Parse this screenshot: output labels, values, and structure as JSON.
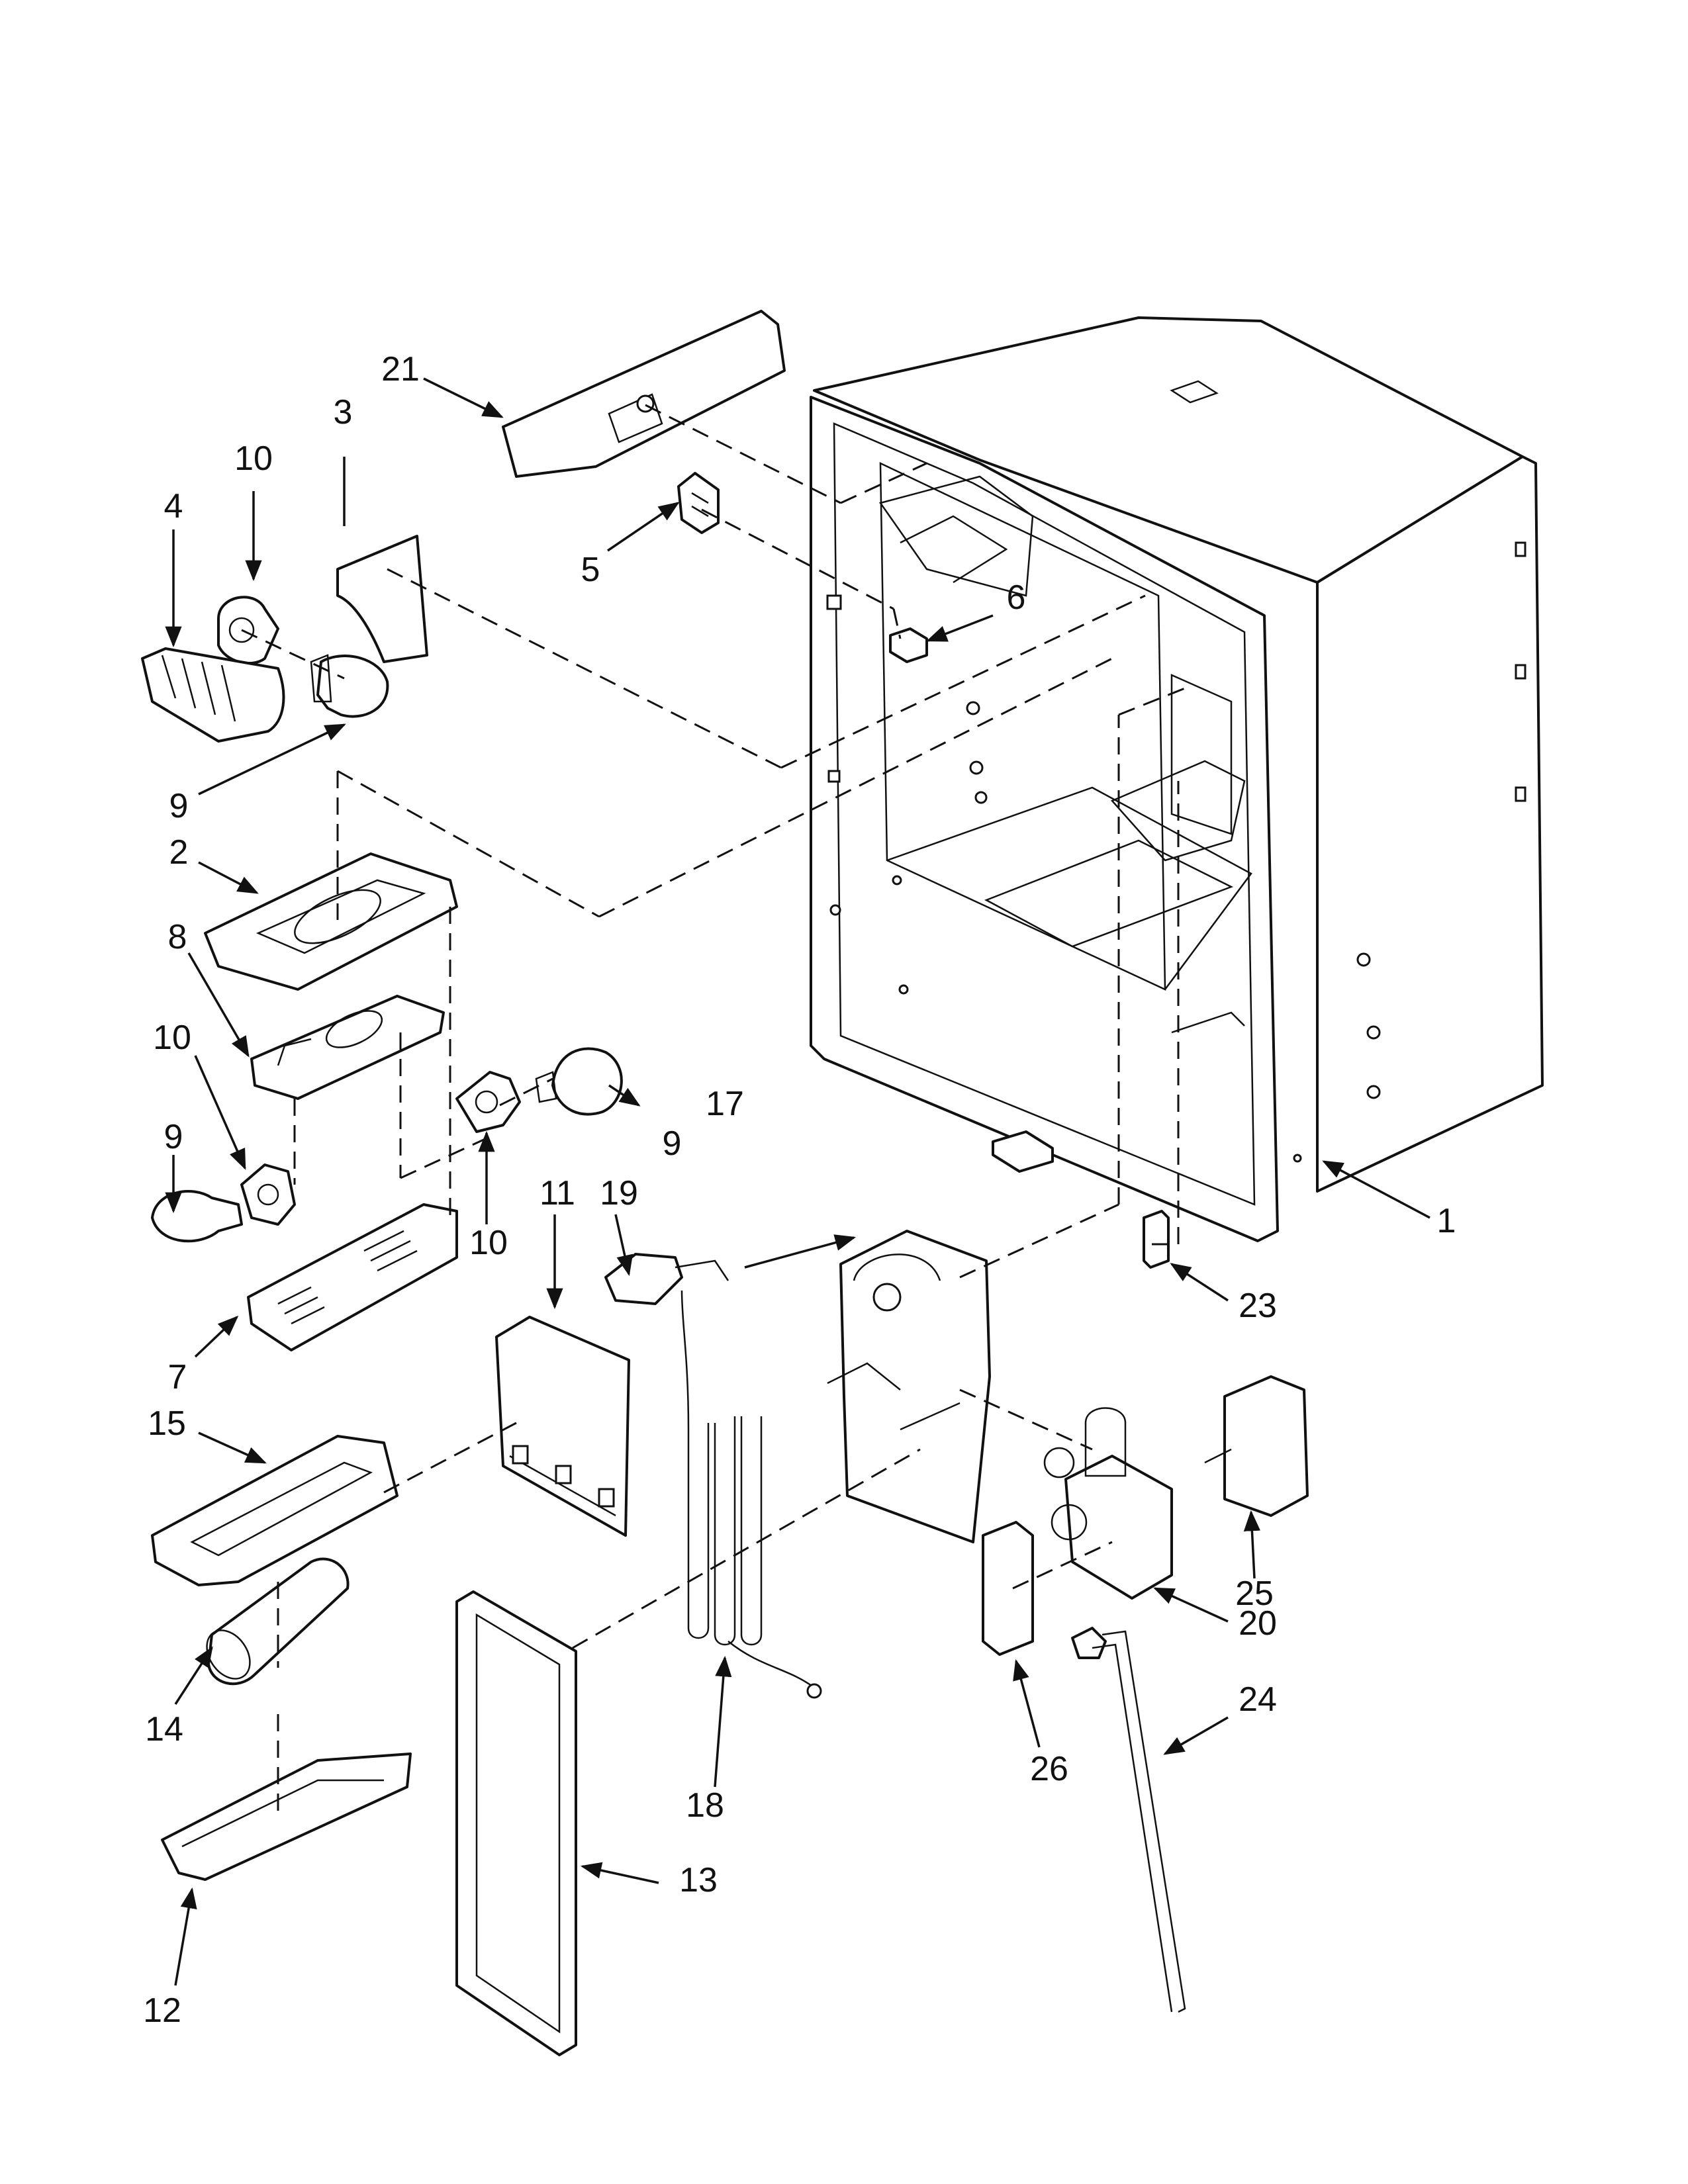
{
  "colors": {
    "line": "#111111",
    "background": "#ffffff"
  },
  "callouts": {
    "c1": "1",
    "c2": "2",
    "c3": "3",
    "c4": "4",
    "c5": "5",
    "c6": "6",
    "c7": "7",
    "c8": "8",
    "c9a": "9",
    "c9b": "9",
    "c9c": "9",
    "c10a": "10",
    "c10b": "10",
    "c10c": "10",
    "c11": "11",
    "c12": "12",
    "c13": "13",
    "c14": "14",
    "c15": "15",
    "c17": "17",
    "c18": "18",
    "c19": "19",
    "c20": "20",
    "c21": "21",
    "c23": "23",
    "c24": "24",
    "c25": "25",
    "c26": "26"
  }
}
